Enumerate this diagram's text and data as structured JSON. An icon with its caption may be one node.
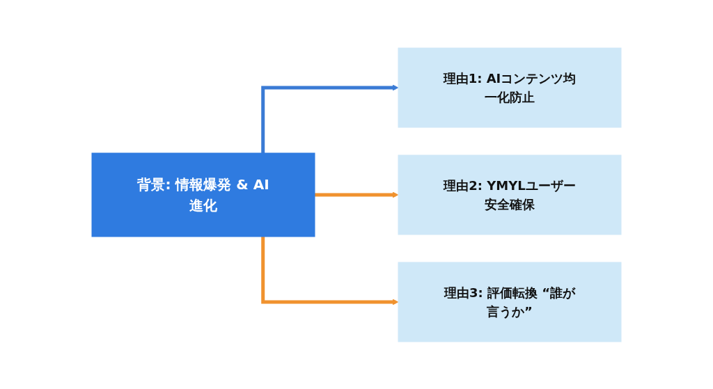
{
  "diagram": {
    "nodes": [
      {
        "text": [
          "背景: 情報爆発 & AI進化"
        ]
      },
      {
        "text": [
          "理由1: AIコンテンツ均一化防止"
        ]
      },
      {
        "text": [
          "理由2: YMYLユーザー安全確保"
        ]
      },
      {
        "text": [
          "理由3: 評価転換 “誰が言うか”"
        ]
      }
    ],
    "edges": [
      {
        "from": 0,
        "to": 1,
        "arrow": "to",
        "color": "#3a7bd5"
      },
      {
        "from": 0,
        "to": 2,
        "arrow": "to"
      },
      {
        "from": 0,
        "to": 3,
        "arrow": "to"
      }
    ]
  }
}
